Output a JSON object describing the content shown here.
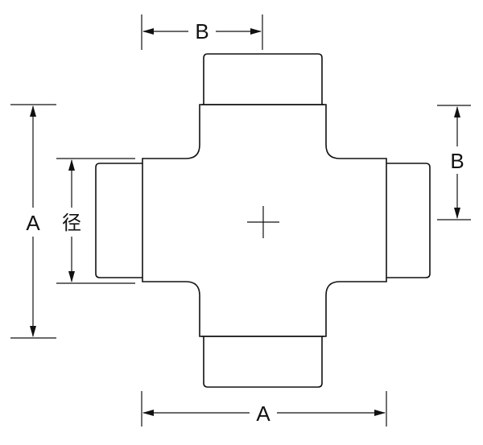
{
  "diagram": {
    "labels": {
      "top_b": "B",
      "right_b": "B",
      "left_a": "A",
      "bottom_a": "A",
      "diameter": "径"
    }
  }
}
